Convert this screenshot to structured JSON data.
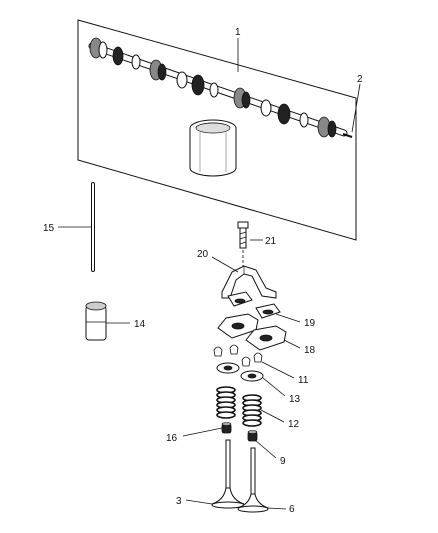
{
  "callouts": {
    "c1": "1",
    "c2": "2",
    "c3": "3",
    "c6": "6",
    "c9": "9",
    "c11": "11",
    "c12": "12",
    "c13": "13",
    "c14": "14",
    "c15": "15",
    "c16": "16",
    "c18": "18",
    "c19": "19",
    "c20": "20",
    "c21": "21"
  }
}
